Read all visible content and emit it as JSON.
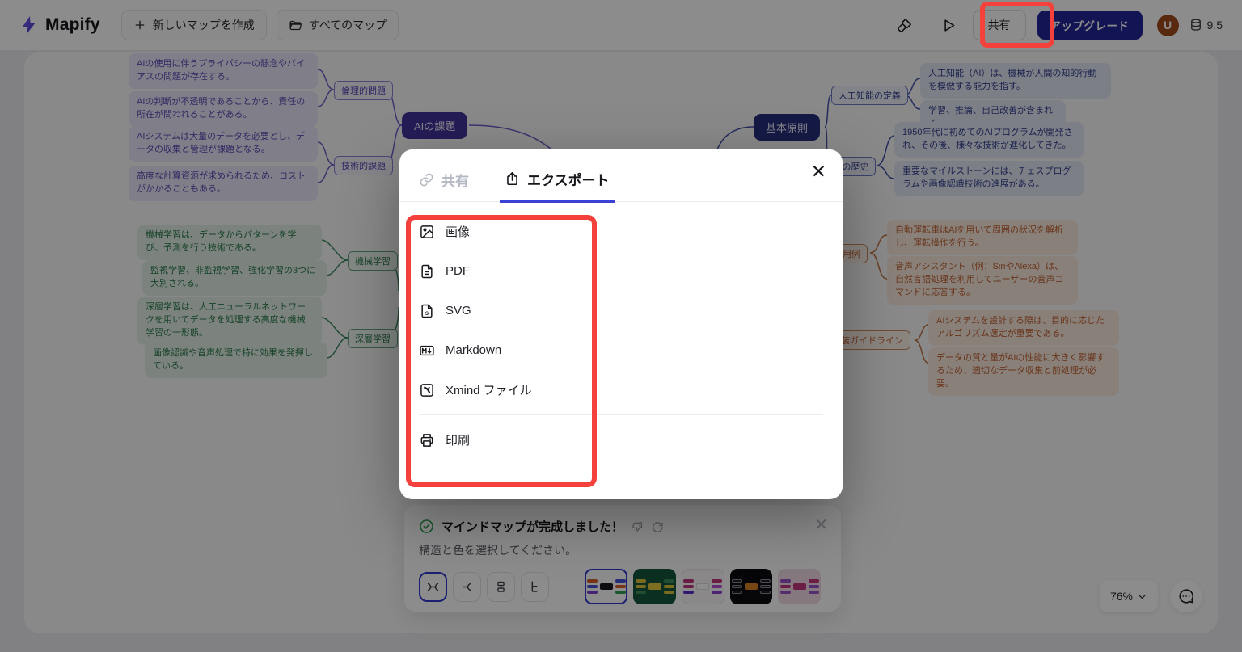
{
  "colors": {
    "accent_blue": "#3b40d6",
    "upgrade_navy": "#232697",
    "highlight_red": "#f5413b",
    "success_green": "#2f9e50"
  },
  "header": {
    "logo": "Mapify",
    "new_map": "新しいマップを作成",
    "all_maps": "すべてのマップ",
    "share": "共有",
    "upgrade": "アップグレード",
    "avatar_initial": "U",
    "credits": "9.5"
  },
  "modal": {
    "tab_share": "共有",
    "tab_export": "エクスポート",
    "close": "✕",
    "export_items": [
      {
        "label": "画像"
      },
      {
        "label": "PDF"
      },
      {
        "label": "SVG"
      },
      {
        "label": "Markdown"
      },
      {
        "label": "Xmind ファイル"
      },
      {
        "label": "印刷"
      }
    ]
  },
  "toast": {
    "title": "マインドマップが完成しました！",
    "subtitle": "構造と色を選択してください。",
    "close": "✕"
  },
  "zoom_control": {
    "level": "76%"
  },
  "mindmap": {
    "challenges": {
      "root": "AIの課題",
      "branches": [
        {
          "label": "倫理的問題",
          "details": [
            "AIの使用に伴うプライバシーの懸念やバイアスの問題が存在する。",
            "AIの判断が不透明であることから、責任の所在が問われることがある。"
          ]
        },
        {
          "label": "技術的課題",
          "details": [
            "AIシステムは大量のデータを必要とし、データの収集と管理が課題となる。",
            "高度な計算資源が求められるため、コストがかかることもある。"
          ]
        }
      ]
    },
    "technology": {
      "branches": [
        {
          "label": "機械学習",
          "details": [
            "機械学習は、データからパターンを学び、予測を行う技術である。",
            "監視学習、非監視学習、強化学習の3つに大別される。"
          ]
        },
        {
          "label": "深層学習",
          "details": [
            "深層学習は、人工ニューラルネットワークを用いてデータを処理する高度な機械学習の一形態。",
            "画像認識や音声処理で特に効果を発揮している。"
          ]
        }
      ]
    },
    "principles": {
      "root": "基本原則",
      "branches": [
        {
          "label": "人工知能の定義",
          "details": [
            "人工知能（AI）は、機械が人間の知的行動を模倣する能力を指す。",
            "学習、推論、自己改善が含まれる。"
          ]
        },
        {
          "label": "AIの歴史",
          "details": [
            "1950年代に初めてのAIプログラムが開発され、その後、様々な技術が進化してきた。",
            "重要なマイルストーンには、チェスプログラムや画像認識技術の進展がある。"
          ]
        }
      ]
    },
    "applications": {
      "branches": [
        {
          "label": "実用例",
          "details": [
            "自動運転車はAIを用いて周囲の状況を解析し、運転操作を行う。",
            "音声アシスタント（例：SiriやAlexa）は、自然言語処理を利用してユーザーの音声コマンドに応答する。"
          ]
        }
      ]
    },
    "guidelines": {
      "branches": [
        {
          "label": "実装ガイドライン",
          "details": [
            "AIシステムを設計する際は、目的に応じたアルゴリズム選定が重要である。",
            "データの質と量がAIの性能に大きく影響するため、適切なデータ収集と前処理が必要。"
          ]
        }
      ]
    }
  }
}
